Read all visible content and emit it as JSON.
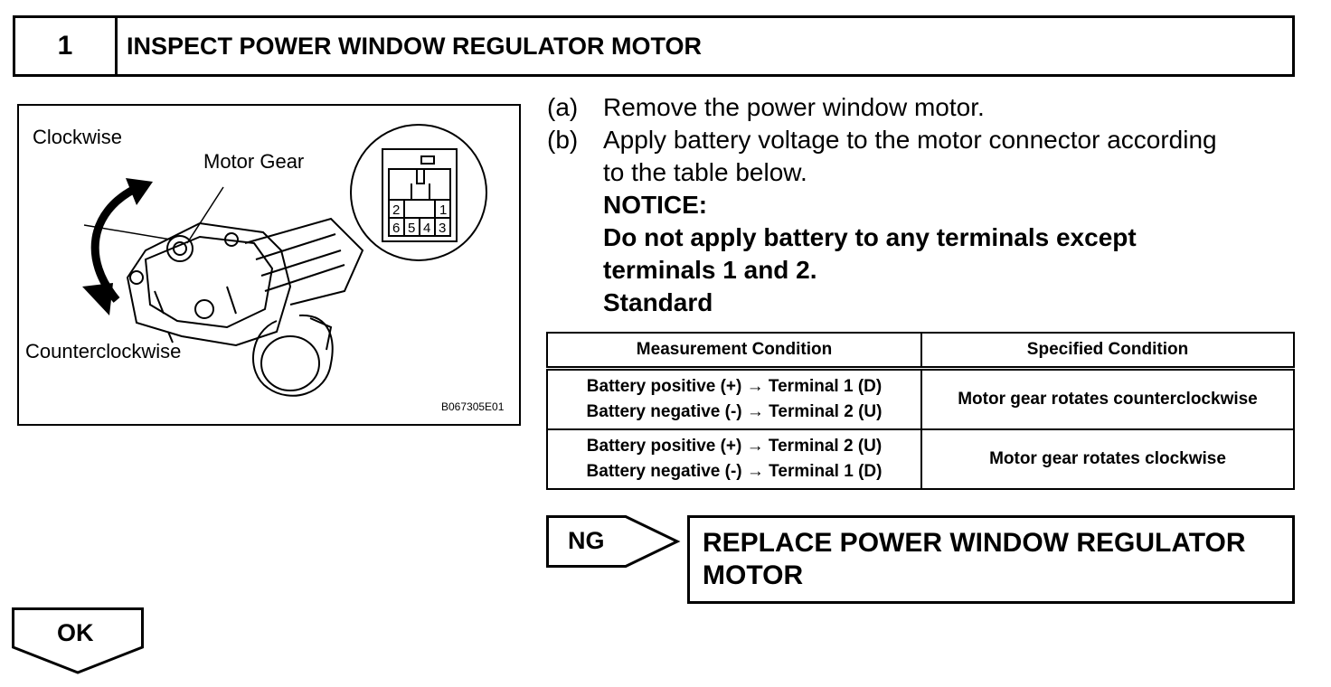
{
  "step": {
    "number": "1",
    "title": "INSPECT POWER WINDOW REGULATOR MOTOR"
  },
  "figure": {
    "label_clockwise": "Clockwise",
    "label_motor_gear": "Motor Gear",
    "label_counterclockwise": "Counterclockwise",
    "connector_pins": [
      "2",
      "1",
      "6",
      "5",
      "4",
      "3"
    ],
    "code": "B067305E01"
  },
  "instructions": {
    "a_key": "(a)",
    "a_text": "Remove the power window motor.",
    "b_key": "(b)",
    "b_text_1": "Apply battery voltage to the motor connector according",
    "b_text_2": "to the table below.",
    "notice_title": "NOTICE:",
    "notice_text_1": "Do not apply battery to any terminals except",
    "notice_text_2": "terminals 1 and 2.",
    "standard": "Standard"
  },
  "table": {
    "headers": [
      "Measurement Condition",
      "Specified Condition"
    ],
    "rows": [
      {
        "condition_1": "Battery positive (+) → Terminal 1 (D)",
        "condition_2": "Battery negative (-) → Terminal 2 (U)",
        "specified": "Motor gear rotates counterclockwise"
      },
      {
        "condition_1": "Battery positive (+) → Terminal 2 (U)",
        "condition_2": "Battery negative (-) → Terminal 1 (D)",
        "specified": "Motor gear rotates clockwise"
      }
    ]
  },
  "results": {
    "ng_label": "NG",
    "ng_action_1": "REPLACE POWER WINDOW REGULATOR",
    "ng_action_2": "MOTOR",
    "ok_label": "OK"
  }
}
